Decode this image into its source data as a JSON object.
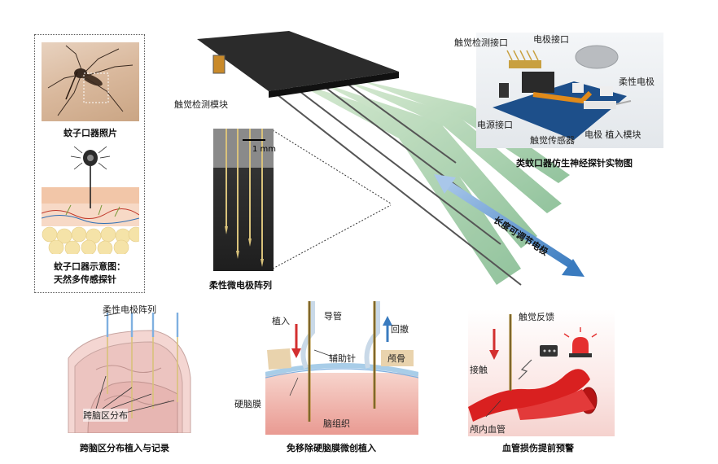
{
  "mosquito": {
    "photo_caption": "蚊子口器照片",
    "schematic_caption_line1": "蚊子口器示意图：",
    "schematic_caption_line2": "天然多传感探针"
  },
  "probe": {
    "tactile_module_label": "触觉检测模块",
    "scale_label": "1 mm",
    "array_caption": "柔性微电极阵列",
    "length_label": "长度可调节电极"
  },
  "device_photo": {
    "tactile_port": "触觉检测接口",
    "electrode_port": "电极接口",
    "flex_electrode": "柔性电极",
    "power_port": "电源接口",
    "tactile_sensor": "触觉传感器",
    "implant_module": "电极 植入模块",
    "caption": "类蚊口器仿生神经探针实物图"
  },
  "panel_brain": {
    "array_label": "柔性电极阵列",
    "region_label": "跨脑区分布",
    "caption": "跨脑区分布植入与记录"
  },
  "panel_dura": {
    "insert_label": "植入",
    "guide_label": "导管",
    "retract_label": "回撤",
    "aux_needle_label": "辅助针",
    "skull_label": "颅骨",
    "dura_label": "硬脑膜",
    "tissue_label": "脑组织",
    "caption": "免移除硬脑膜微创植入"
  },
  "panel_vessel": {
    "feedback_label": "触觉反馈",
    "contact_label": "接触",
    "vessel_label": "颅内血管",
    "caption": "血管损伤提前预警"
  },
  "colors": {
    "flex_electrode": "#8fc9a0",
    "arrow_blue": "#3a7bbf",
    "insert_red": "#d32f2f",
    "vessel_red": "#d92020",
    "skin": "#f2c6a8"
  }
}
